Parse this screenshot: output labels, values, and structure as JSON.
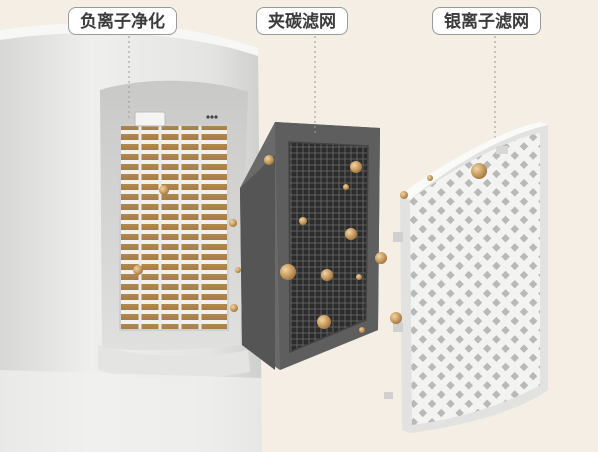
{
  "labels": {
    "anion": "负离子净化",
    "carbon": "夹碳滤网",
    "silver": "银离子滤网"
  },
  "colors": {
    "background": "#f4eee5",
    "appliance_body": "#e9e9e7",
    "filter_frame": "#5a5a5a",
    "filter_mesh": "#2a2a2a",
    "cover_panel": "#f3f3f3",
    "particle": "#c9a06a",
    "label_border": "#9a9a9a",
    "label_text": "#3b3b3b"
  }
}
